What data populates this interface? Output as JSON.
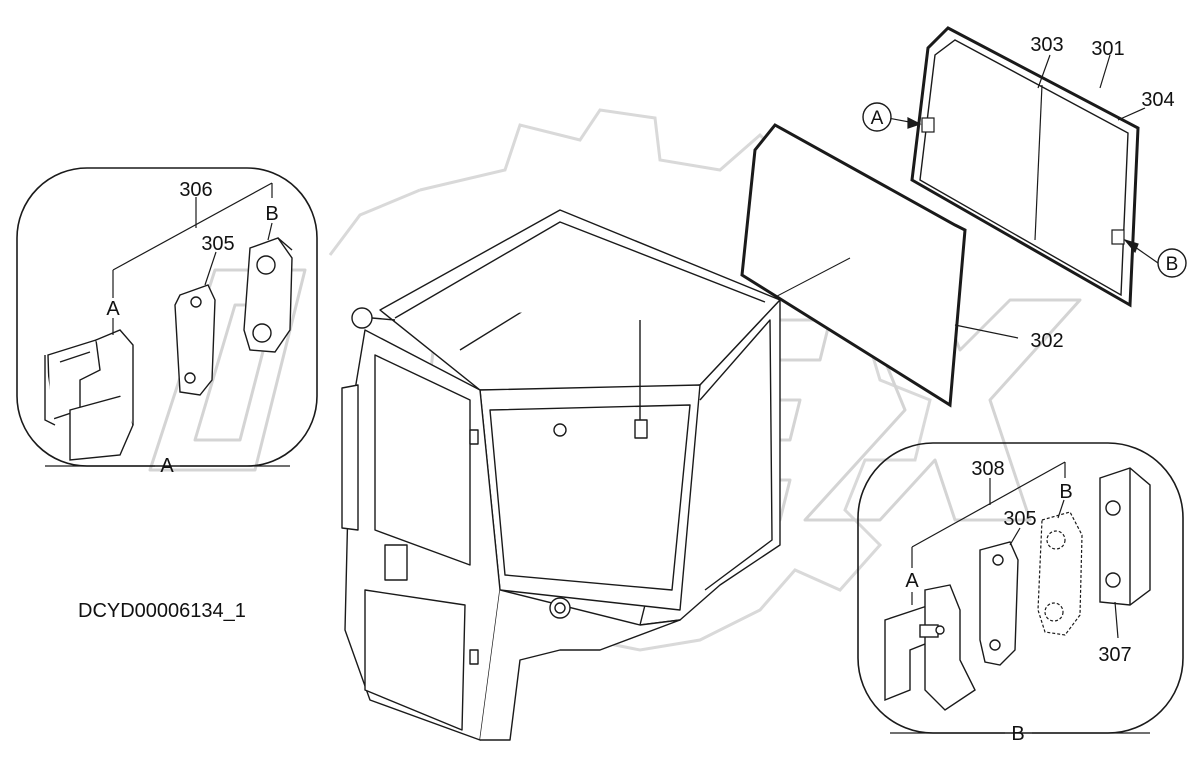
{
  "diagram": {
    "drawing_code": "DCYD00006134_1",
    "watermark_text": "OPEX",
    "part_labels": {
      "p301": "301",
      "p302": "302",
      "p303": "303",
      "p304": "304",
      "p305_left": "305",
      "p305_right": "305",
      "p306": "306",
      "p307": "307",
      "p308": "308"
    },
    "callouts": {
      "a_top_circle": "A",
      "b_top_circle": "B",
      "a_left_upper": "A",
      "a_left_lower": "A",
      "b_left_upper": "B",
      "a_right_upper": "A",
      "b_right_upper": "B",
      "b_right_lower": "B"
    }
  },
  "colors": {
    "line": "#1a1a1a",
    "watermark": "#d9d9d9"
  }
}
